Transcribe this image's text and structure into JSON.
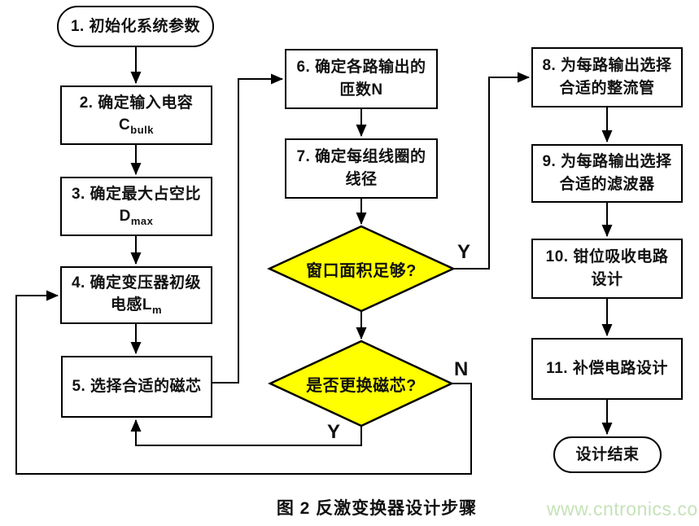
{
  "diagram": {
    "nodes": {
      "start": {
        "label": "1. 初始化系统参数"
      },
      "step2": {
        "line1": "2. 确定输入电容",
        "sym": "C",
        "sub": "bulk"
      },
      "step3": {
        "line1": "3. 确定最大占空比",
        "sym": "D",
        "sub": "max"
      },
      "step4": {
        "line1": "4. 确定变压器初级",
        "line2": "电感L",
        "sub": "m"
      },
      "step5": {
        "label": "5. 选择合适的磁芯"
      },
      "step6": {
        "line1": "6. 确定各路输出的",
        "line2": "匝数N"
      },
      "step7": {
        "line1": "7. 确定每组线圈的",
        "line2": "线径"
      },
      "decision_window": {
        "label": "窗口面积足够?"
      },
      "decision_core": {
        "label": "是否更换磁芯?"
      },
      "step8": {
        "line1": "8. 为每路输出选择",
        "line2": "合适的整流管"
      },
      "step9": {
        "line1": "9. 为每路输出选择",
        "line2": "合适的滤波器"
      },
      "step10": {
        "line1": "10. 钳位吸收电路",
        "line2": "设计"
      },
      "step11": {
        "label": "11. 补偿电路设计"
      },
      "end": {
        "label": "设计结束"
      }
    },
    "branch_labels": {
      "window_yes": "Y",
      "core_no": "N",
      "core_yes": "Y"
    },
    "colors": {
      "decision_fill": "#ffff00",
      "line": "#000000",
      "box_fill": "#ffffff",
      "watermark": "#c6e2b8"
    }
  },
  "caption": "图 2 反激变换器设计步骤",
  "watermark": "www.cntronics.com"
}
